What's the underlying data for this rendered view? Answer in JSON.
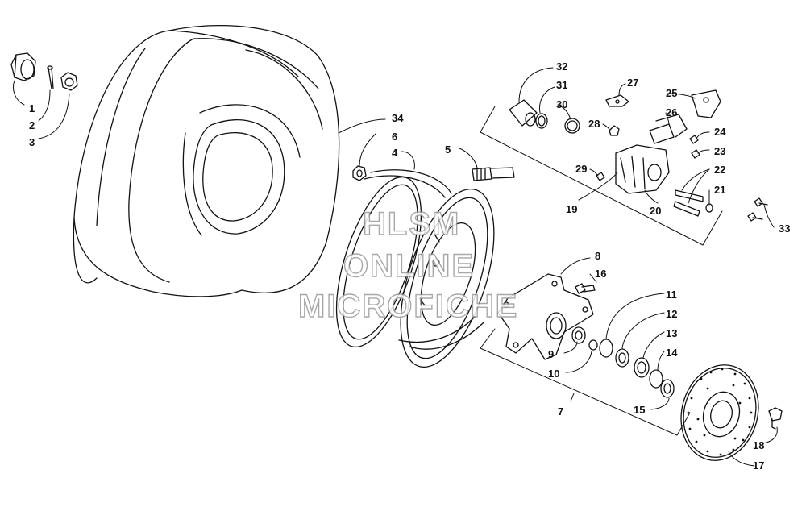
{
  "watermark": {
    "line1": "HLSM",
    "line2": "ONLINE",
    "line3": "MICROFICHE"
  },
  "callouts": [
    "1",
    "2",
    "3",
    "4",
    "5",
    "6",
    "7",
    "8",
    "9",
    "10",
    "11",
    "12",
    "13",
    "14",
    "15",
    "16",
    "17",
    "18",
    "19",
    "20",
    "21",
    "22",
    "23",
    "24",
    "25",
    "26",
    "27",
    "28",
    "29",
    "30",
    "31",
    "32",
    "33",
    "34"
  ]
}
